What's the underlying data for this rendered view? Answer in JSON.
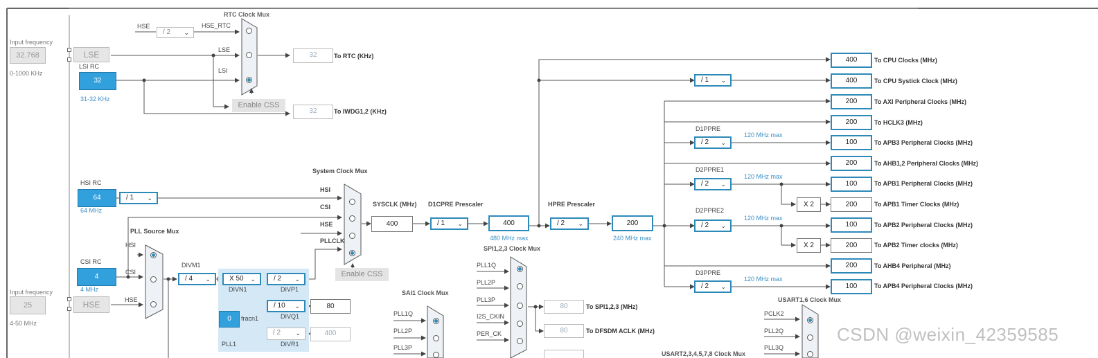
{
  "left_panel": {
    "input_freq_label_1": "Input frequency",
    "lse_input_value": "32.768",
    "lse_range": "0-1000 KHz",
    "input_freq_label_2": "Input frequency",
    "hse_input_value": "25",
    "hse_range": "4-50 MHz"
  },
  "rtc": {
    "mux_title": "RTC Clock Mux",
    "hse_label": "HSE",
    "hse_div": "/ 2",
    "hse_rtc_label": "HSE_RTC",
    "lse_wire_label": "LSE",
    "lsi_wire_label": "LSI",
    "rtc_out_value": "32",
    "rtc_out_label": "To RTC (KHz)",
    "enable_css": "Enable CSS",
    "iwdg_value": "32",
    "iwdg_label": "To IWDG1,2 (KHz)"
  },
  "sources": {
    "lse_label": "LSE",
    "lsi_label": "LSI RC",
    "lsi_value": "32",
    "lsi_range": "31-32 KHz",
    "hsi_label": "HSI RC",
    "hsi_value": "64",
    "hsi_freq": "64 MHz",
    "hsi_div": "/ 1",
    "csi_label": "CSI RC",
    "csi_value": "4",
    "csi_freq": "4 MHz",
    "hse_label": "HSE",
    "hse_wire_label": "HSE"
  },
  "pll_source_mux": {
    "title": "PLL Source Mux",
    "hsi": "HSI",
    "csi": "CSI"
  },
  "pll1": {
    "divm1_label": "DIVM1",
    "divm1_value": "/ 4",
    "divn1_value": "X 50",
    "divn1_label": "DIVN1",
    "divp1_value": "/ 2",
    "divp1_label": "DIVP1",
    "divq1_value": "/ 10",
    "divq1_label": "DIVQ1",
    "divq1_out": "80",
    "fracn_value": "0",
    "fracn_label": "fracn1",
    "divr1_value": "/ 2",
    "divr1_label": "DIVR1",
    "divr1_out": "400",
    "pll_name": "PLL1"
  },
  "system_mux": {
    "title": "System Clock Mux",
    "hsi": "HSI",
    "csi": "CSI",
    "hse": "HSE",
    "pllclk": "PLLCLK",
    "enable_css": "Enable CSS",
    "sysclk_label": "SYSCLK (MHz)",
    "sysclk_value": "400"
  },
  "d1cpre": {
    "label": "D1CPRE Prescaler",
    "value": "/ 1",
    "out_value": "400",
    "max": "480 MHz max"
  },
  "hpre": {
    "label": "HPRE Prescaler",
    "value": "/ 2",
    "out_value": "200",
    "max": "240 MHz max"
  },
  "outputs": {
    "cpu_value": "400",
    "cpu_label": "To CPU Clocks (MHz)",
    "systick_div": "/ 1",
    "systick_value": "400",
    "systick_label": "To CPU Systick Clock (MHz)",
    "axi_value": "200",
    "axi_label": "To AXI Peripheral Clocks (MHz)",
    "hclk3_value": "200",
    "hclk3_label": "To HCLK3 (MHz)",
    "d1ppre_label": "D1PPRE",
    "d1ppre_value": "/ 2",
    "d1ppre_max": "120 MHz max",
    "apb3_value": "100",
    "apb3_label": "To APB3 Peripheral Clocks (MHz)",
    "ahb12_value": "200",
    "ahb12_label": "To AHB1,2 Peripheral Clocks (MHz)",
    "d2ppre1_label": "D2PPRE1",
    "d2ppre1_value": "/ 2",
    "d2ppre1_max": "120 MHz max",
    "apb1_value": "100",
    "apb1_label": "To APB1 Peripheral Clocks (MHz)",
    "apb1t_mult": "X 2",
    "apb1t_value": "200",
    "apb1t_label": "To APB1 Timer Clocks (MHz)",
    "d2ppre2_label": "D2PPRE2",
    "d2ppre2_value": "/ 2",
    "d2ppre2_max": "120 MHz max",
    "apb2_value": "100",
    "apb2_label": "To APB2 Peripheral Clocks (MHz)",
    "apb2t_mult": "X 2",
    "apb2t_value": "200",
    "apb2t_label": "To APB2 Timer clocks (MHz)",
    "ahb4_value": "200",
    "ahb4_label": "To AHB4 Peripheral (MHz)",
    "d3ppre_label": "D3PPRE",
    "d3ppre_value": "/ 2",
    "d3ppre_max": "120 MHz max",
    "apb4_value": "100",
    "apb4_label": "To APB4 Peripheral Clocks (MHz)"
  },
  "spi_mux": {
    "title": "SPI1,2,3 Clock Mux",
    "inputs": [
      "PLL1Q",
      "PLL2P",
      "PLL3P",
      "I2S_CKIN",
      "PER_CK"
    ],
    "spi_value": "80",
    "spi_label": "To SPI1,2,3 (MHz)",
    "dfsdm_value": "80",
    "dfsdm_label": "To DFSDM ACLK (MHz)"
  },
  "sai_mux": {
    "title": "SAI1 Clock Mux",
    "inputs": [
      "PLL1Q",
      "PLL2P",
      "PLL3P"
    ]
  },
  "usart16_mux": {
    "title": "USART1,6 Clock Mux",
    "inputs": [
      "PCLK2",
      "PLL2Q",
      "PLL3Q"
    ]
  },
  "usart_other_title": "USART2,3,4,5,7,8 Clock Mux",
  "watermark": "CSDN @weixin_42359585",
  "colors": {
    "accent": "#2d8ab8",
    "fill": "#32a0dc",
    "pll_bg": "#d4e8f6"
  }
}
